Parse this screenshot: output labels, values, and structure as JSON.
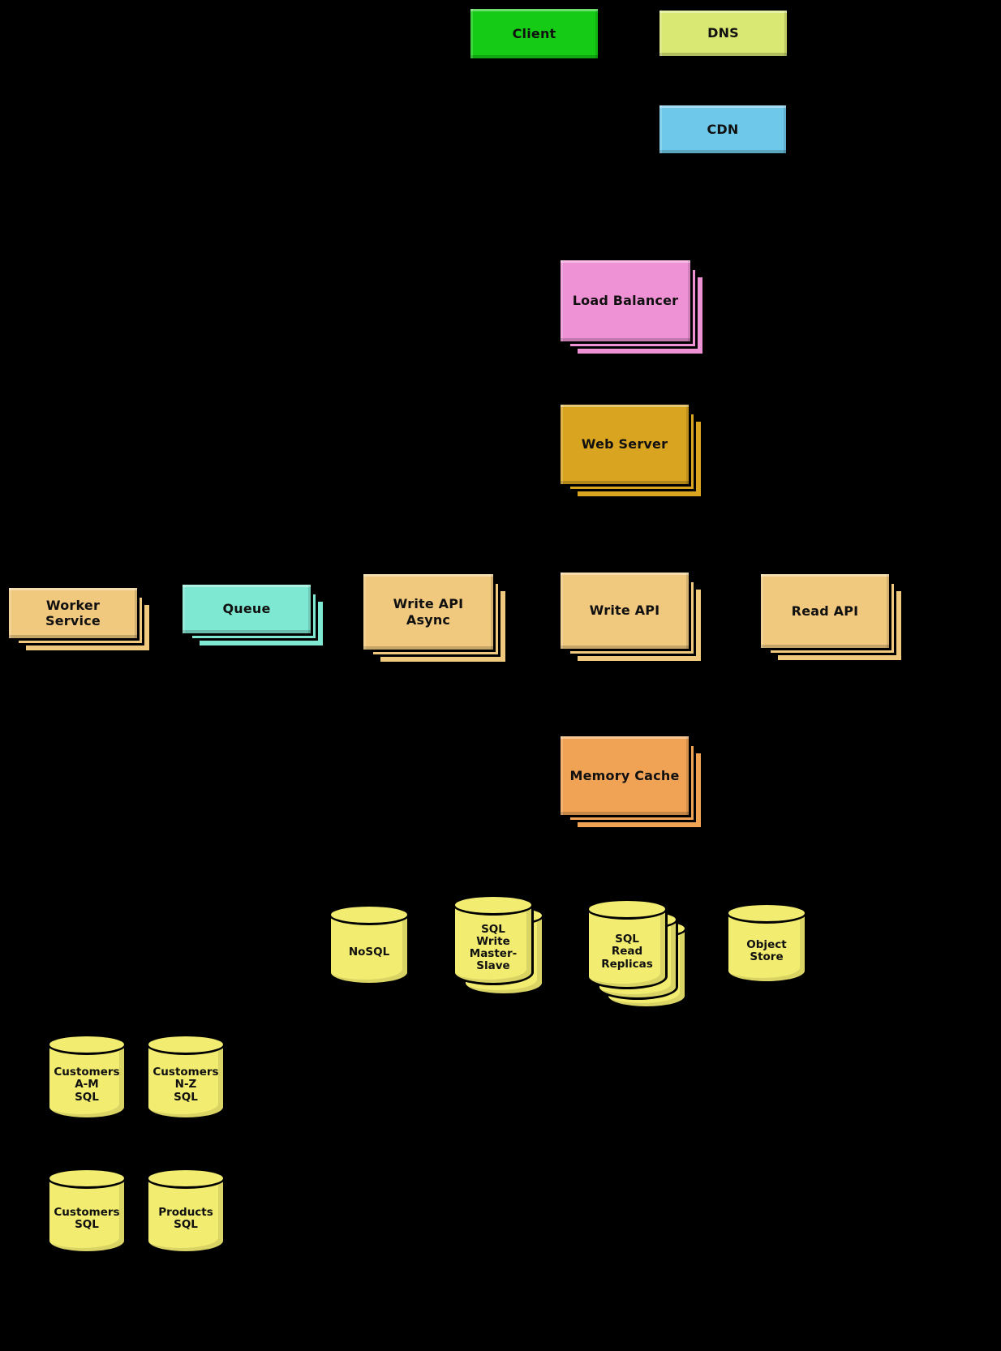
{
  "canvas": {
    "background": "#000000",
    "text_color": "#101010"
  },
  "nodes": {
    "client": {
      "label": "Client",
      "color": "#15cb15"
    },
    "dns": {
      "label": "DNS",
      "color": "#d9e873"
    },
    "cdn": {
      "label": "CDN",
      "color": "#6dc8ea"
    },
    "load_balancer": {
      "label": "Load Balancer",
      "color": "#ef92d5"
    },
    "web_server": {
      "label": "Web Server",
      "color": "#d9a41f"
    },
    "worker_service": {
      "label": "Worker\nService",
      "color": "#f0c87e"
    },
    "queue": {
      "label": "Queue",
      "color": "#7ee8d2"
    },
    "write_api_async": {
      "label": "Write API\nAsync",
      "color": "#f0c87e"
    },
    "write_api": {
      "label": "Write API",
      "color": "#f0c87e"
    },
    "read_api": {
      "label": "Read API",
      "color": "#f0c87e"
    },
    "memory_cache": {
      "label": "Memory Cache",
      "color": "#f0a355"
    },
    "nosql": {
      "label": "NoSQL",
      "color": "#f2ec70"
    },
    "sql_write": {
      "label": "SQL\nWrite\nMaster-\nSlave",
      "color": "#f2ec70"
    },
    "sql_read": {
      "label": "SQL\nRead\nReplicas",
      "color": "#f2ec70"
    },
    "object_store": {
      "label": "Object\nStore",
      "color": "#f2ec70"
    },
    "customers_am": {
      "label": "Customers\nA-M\nSQL",
      "color": "#f2ec70"
    },
    "customers_nz": {
      "label": "Customers\nN-Z\nSQL",
      "color": "#f2ec70"
    },
    "customers_sql": {
      "label": "Customers\nSQL",
      "color": "#f2ec70"
    },
    "products_sql": {
      "label": "Products\nSQL",
      "color": "#f2ec70"
    }
  }
}
